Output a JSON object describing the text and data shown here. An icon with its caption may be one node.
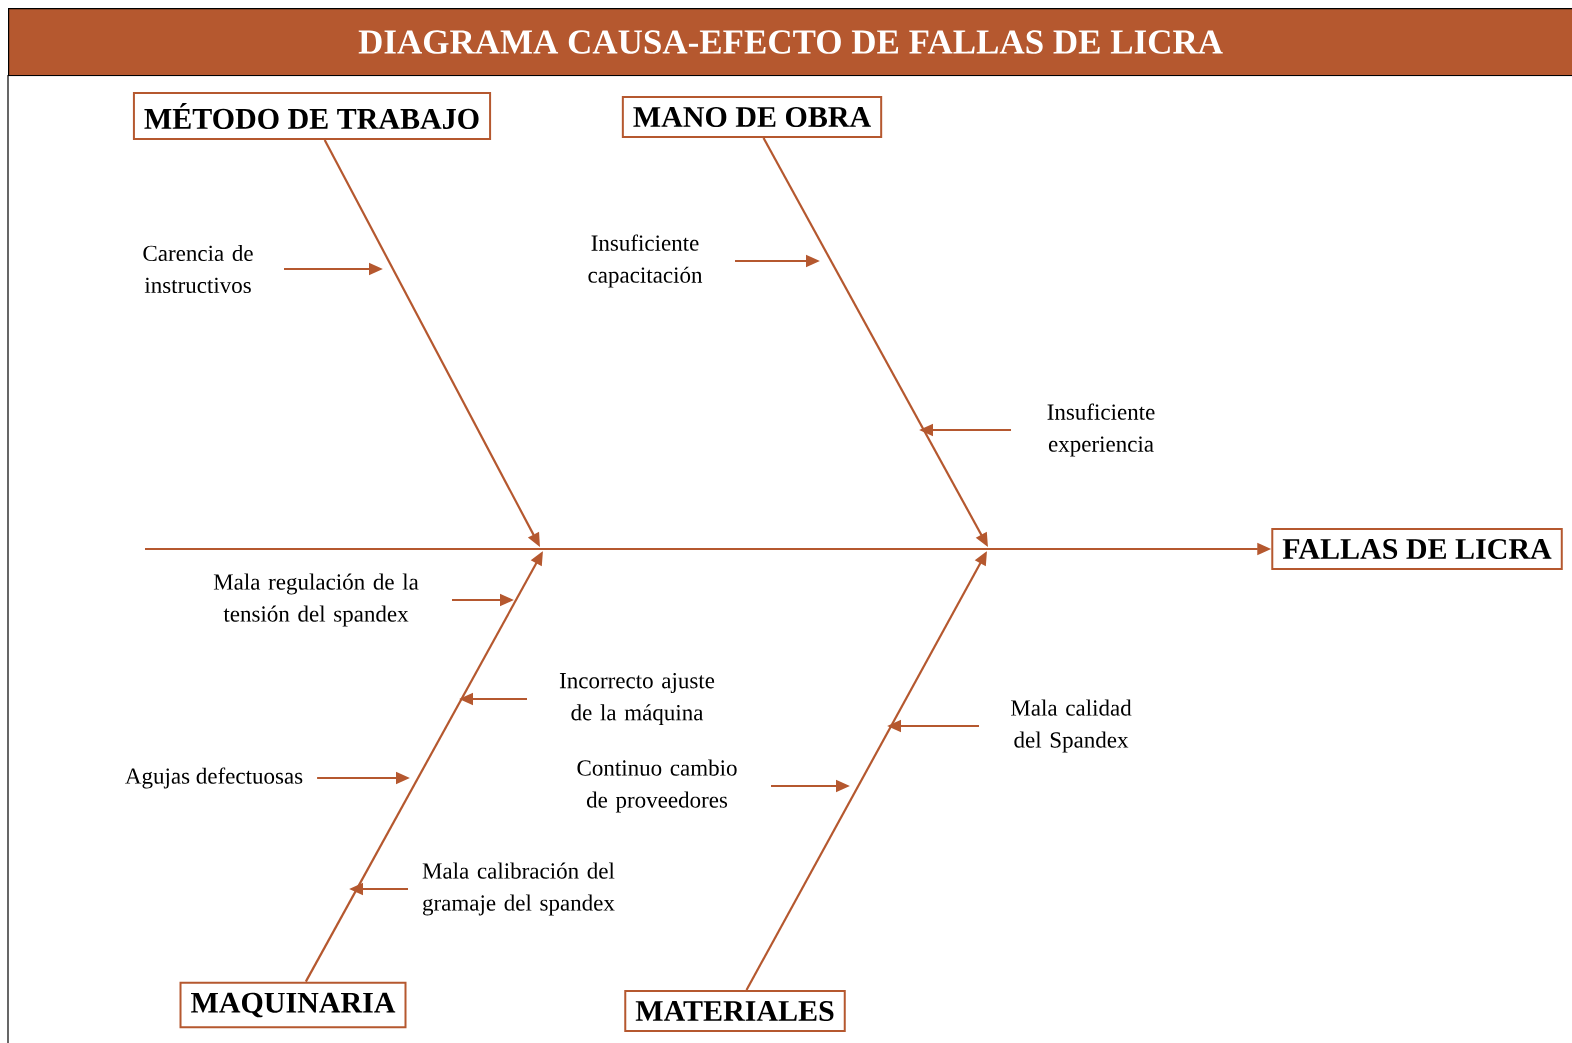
{
  "diagram": {
    "title": "DIAGRAMA CAUSA-EFECTO DE FALLAS DE LICRA",
    "nodes": [
      {
        "text": [
          "MÉTODO DE TRABAJO"
        ]
      },
      {
        "text": [
          "MANO DE OBRA"
        ]
      },
      {
        "text": [
          "MAQUINARIA"
        ]
      },
      {
        "text": [
          "MATERIALES"
        ]
      },
      {
        "text": [
          "FALLAS DE LICRA"
        ]
      },
      {
        "text": [
          "Carencia de instructivos"
        ]
      },
      {
        "text": [
          "Insuficiente capacitación"
        ]
      },
      {
        "text": [
          "Insuficiente experiencia"
        ]
      },
      {
        "text": [
          "Mala regulación de la tensión del spandex"
        ]
      },
      {
        "text": [
          "Incorrecto ajuste de la máquina"
        ]
      },
      {
        "text": [
          "Agujas defectuosas"
        ]
      },
      {
        "text": [
          "Continuo cambio de proveedores"
        ]
      },
      {
        "text": [
          "Mala calidad del Spandex"
        ]
      },
      {
        "text": [
          "Mala calibración del gramaje del spandex"
        ]
      }
    ],
    "edges": [
      {
        "from": 0,
        "to": null,
        "arrow": "to"
      },
      {
        "from": 1,
        "to": null,
        "arrow": "to"
      },
      {
        "from": 2,
        "to": null,
        "arrow": "to"
      },
      {
        "from": 3,
        "to": null,
        "arrow": "to"
      },
      {
        "from": null,
        "to": 4,
        "arrow": "to"
      },
      {
        "from": 5,
        "to": null,
        "arrow": "to"
      },
      {
        "from": 6,
        "to": null,
        "arrow": "to"
      },
      {
        "from": 7,
        "to": null,
        "arrow": "to"
      },
      {
        "from": 8,
        "to": null,
        "arrow": "to"
      },
      {
        "from": 9,
        "to": null,
        "arrow": "to"
      },
      {
        "from": 10,
        "to": null,
        "arrow": "to"
      },
      {
        "from": 11,
        "to": null,
        "arrow": "to"
      },
      {
        "from": 12,
        "to": null,
        "arrow": "to"
      },
      {
        "from": 13,
        "to": null,
        "arrow": "to"
      }
    ]
  }
}
